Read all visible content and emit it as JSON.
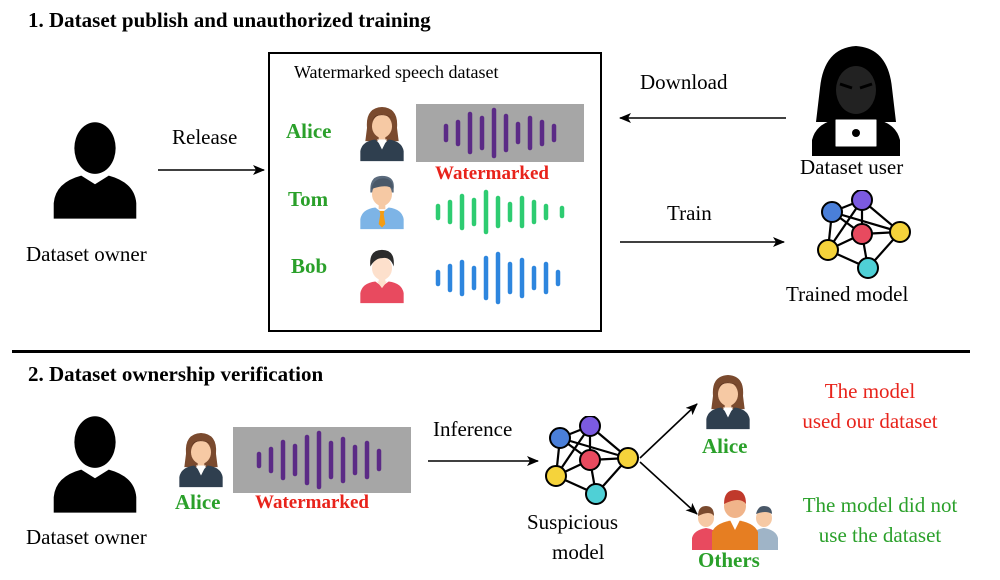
{
  "section1": {
    "title": "1. Dataset publish and unauthorized training",
    "owner_label": "Dataset owner",
    "release_label": "Release",
    "dataset_box_title": "Watermarked speech dataset",
    "speakers": [
      {
        "name": "Alice",
        "wave_color": "#5b2a86"
      },
      {
        "name": "Tom",
        "wave_color": "#2ecc71"
      },
      {
        "name": "Bob",
        "wave_color": "#2e86de"
      }
    ],
    "watermarked_label": "Watermarked",
    "download_label": "Download",
    "user_label": "Dataset user",
    "train_label": "Train",
    "model_label": "Trained model"
  },
  "section2": {
    "title": "2. Dataset ownership verification",
    "owner_label": "Dataset owner",
    "query_name": "Alice",
    "watermarked_label": "Watermarked",
    "inference_label": "Inference",
    "model_label_line1": "Suspicious",
    "model_label_line2": "model",
    "alice_label": "Alice",
    "others_label": "Others",
    "result_positive_line1": "The model",
    "result_positive_line2": "used our dataset",
    "result_negative_line1": "The model did not",
    "result_negative_line2": "use the dataset"
  },
  "colors": {
    "green_text": "#2aa02a",
    "red_text": "#e8231b",
    "watermark_wave": "#5b2a86",
    "gray_panel": "#a6a6a6"
  },
  "icons": [
    "person-silhouette-icon",
    "hacker-icon",
    "neural-network-icon",
    "woman-avatar-icon",
    "man-avatar-icon",
    "group-avatar-icon",
    "soundwave-icon",
    "arrow-icon"
  ]
}
